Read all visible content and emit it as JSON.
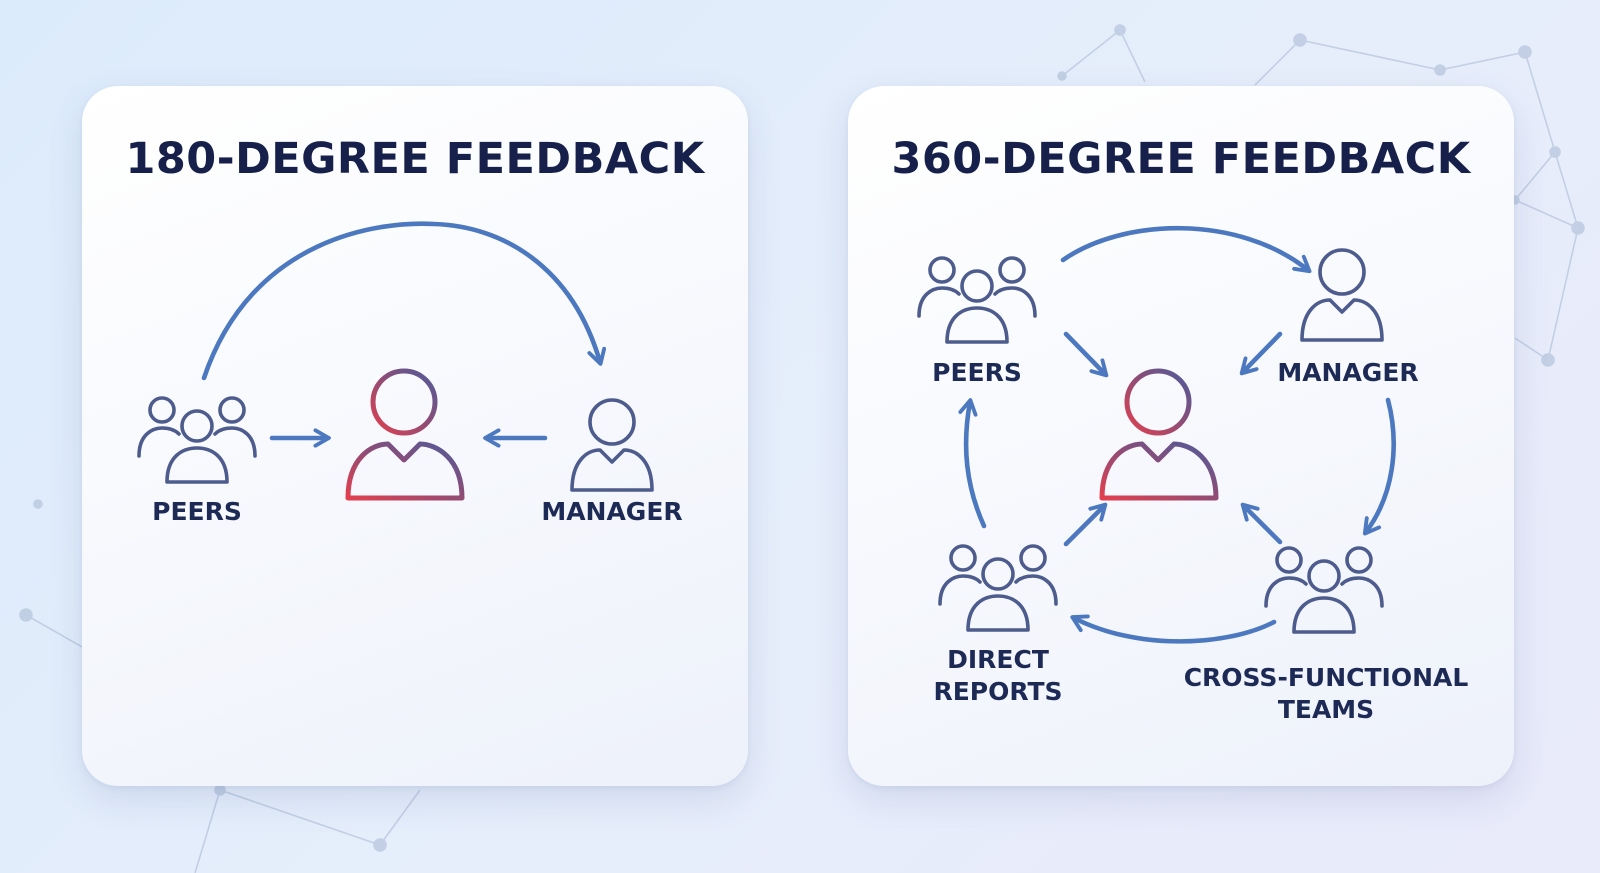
{
  "panels": [
    {
      "title": "180-DEGREE FEEDBACK",
      "labels": {
        "peers": "PEERS",
        "manager": "MANAGER"
      }
    },
    {
      "title": "360-DEGREE FEEDBACK",
      "labels": {
        "peers": "PEERS",
        "manager": "MANAGER",
        "direct_reports": [
          "DIRECT",
          "REPORTS"
        ],
        "cross_functional_teams": [
          "CROSS-FUNCTIONAL",
          "TEAMS"
        ]
      }
    }
  ],
  "icons": {
    "subject": "person-icon",
    "group": "group-icon",
    "arrow": "arrow-icon"
  },
  "colors": {
    "background": "#dfeafb",
    "card": "#ffffff",
    "title_text": "#16204a",
    "label_text": "#1d2a55",
    "icon_stroke": "#4d5c8c",
    "arrow": "#4c78c0",
    "subject_gradient_start": "#e2404f",
    "subject_gradient_end": "#4d5c9c",
    "network_lines": "#b9c6de"
  }
}
